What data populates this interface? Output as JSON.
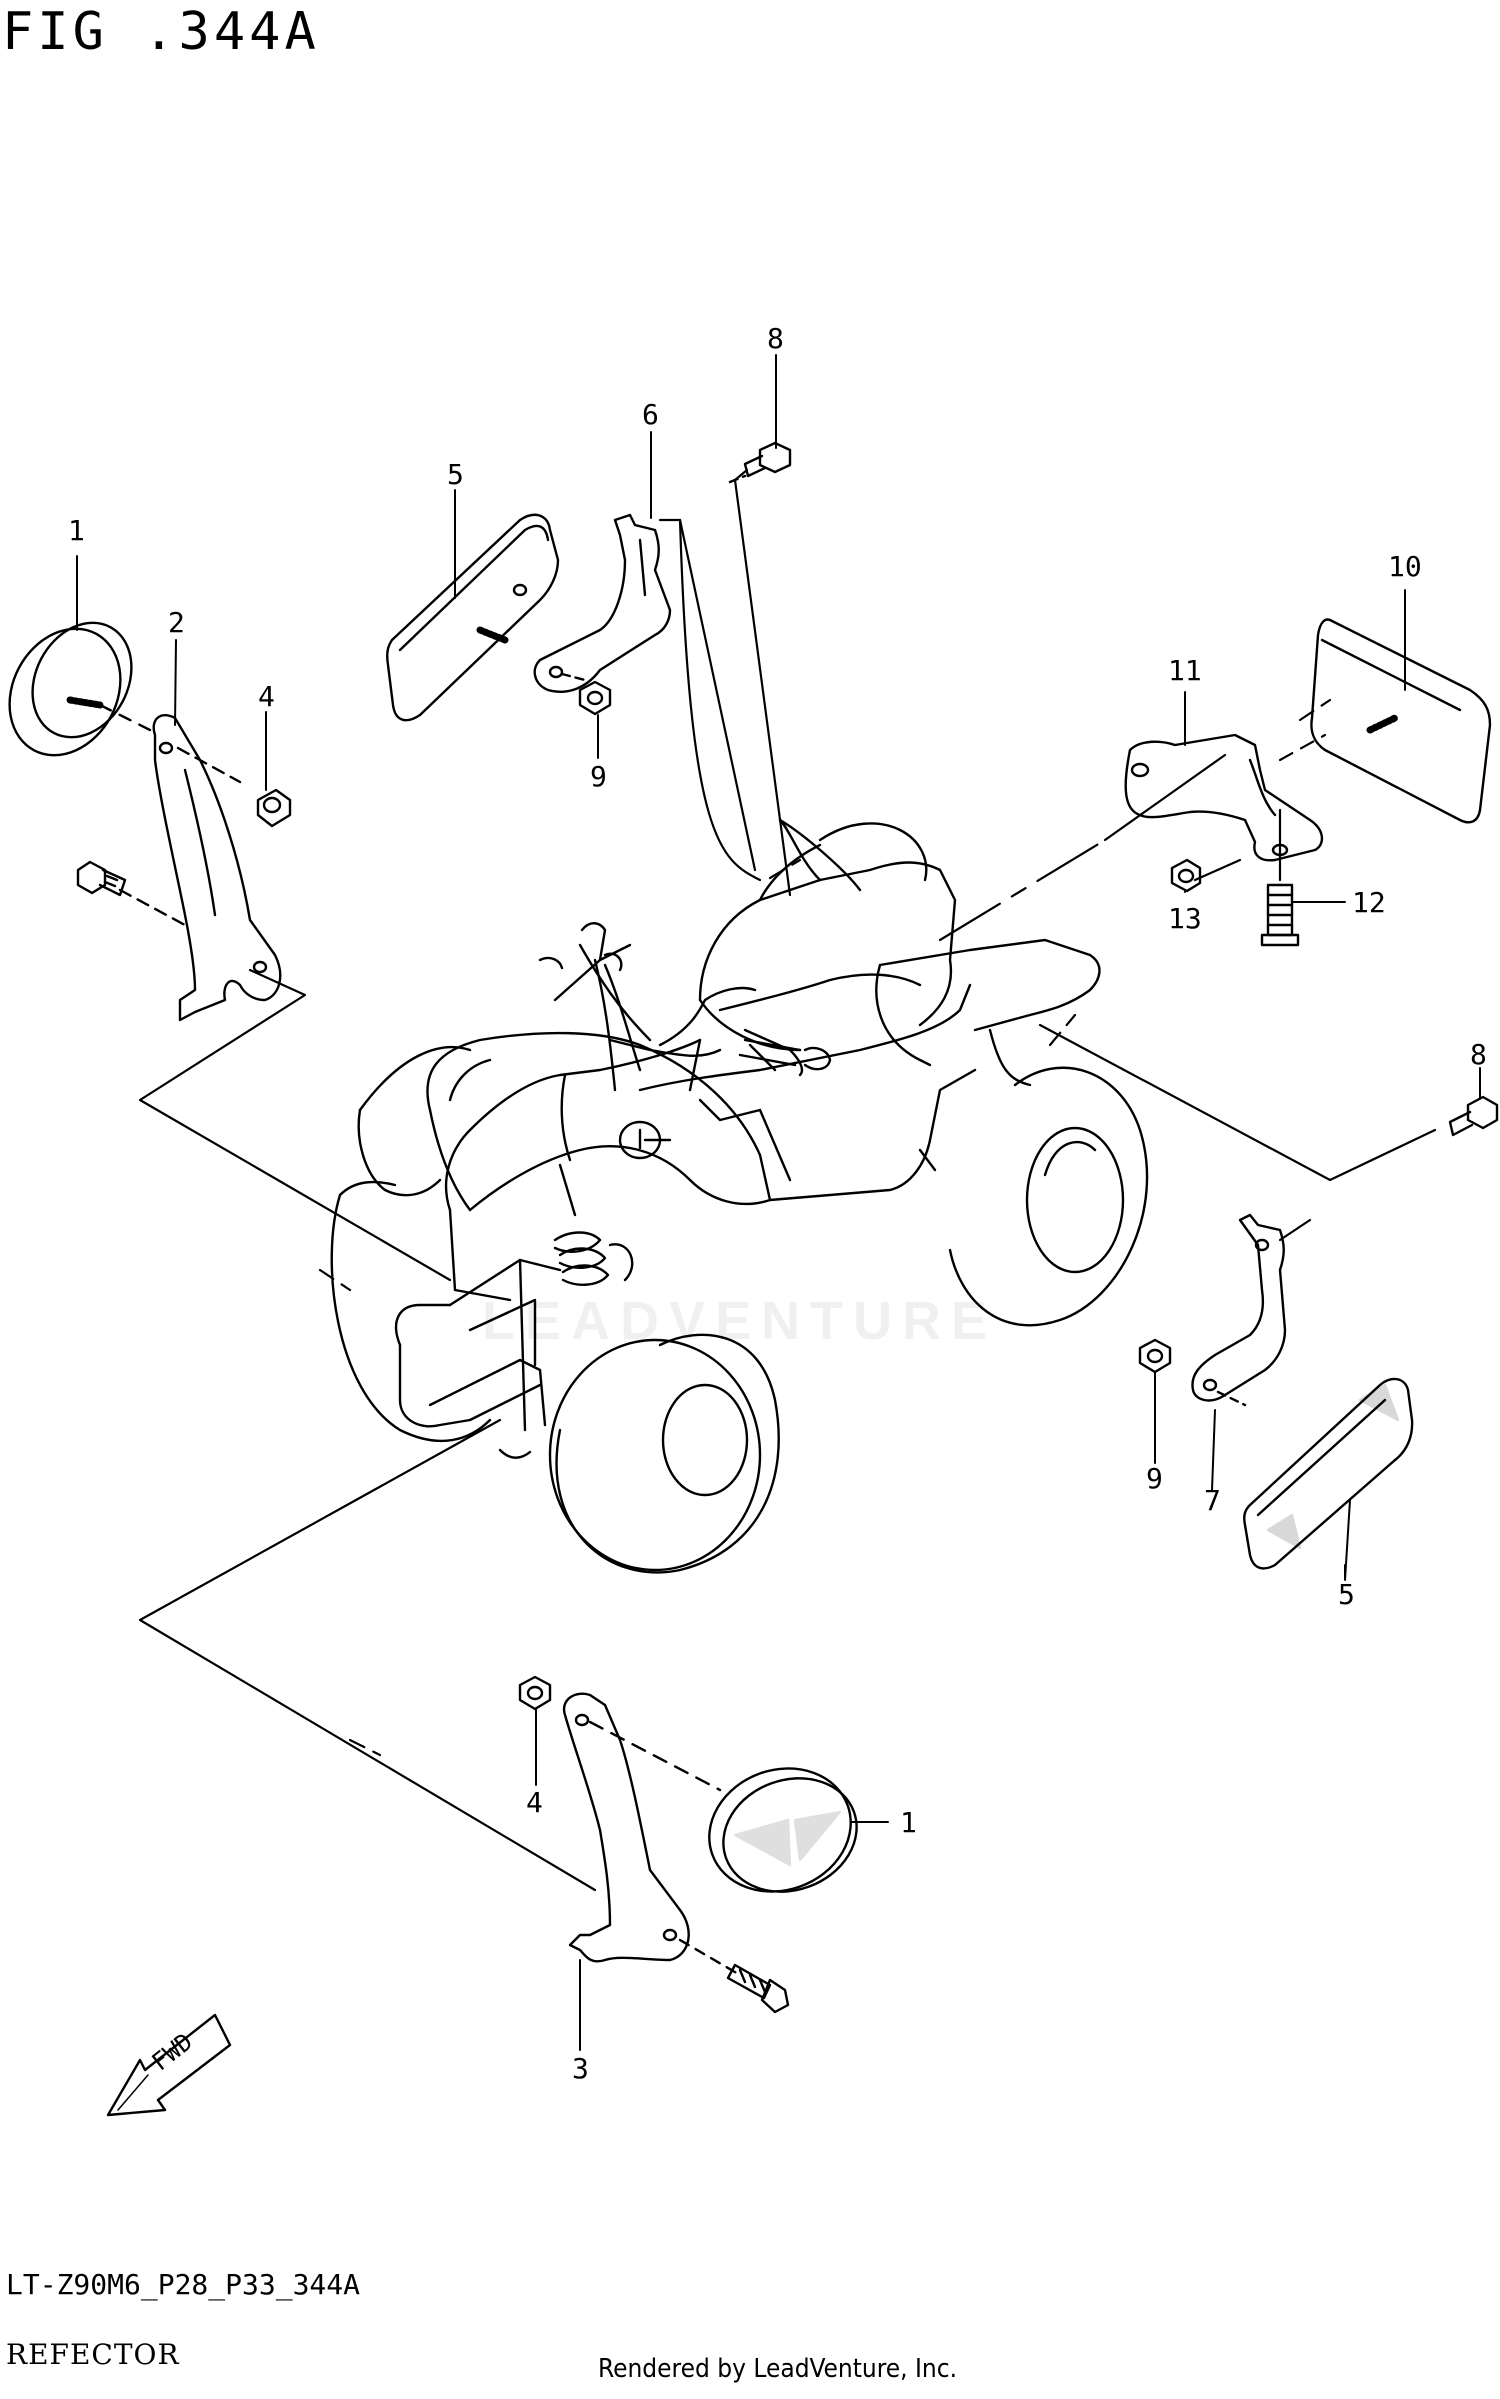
{
  "figure_title": "FIG .344A",
  "model_code": "LT-Z90M6_P28_P33_344A",
  "section_name": "REFECTOR",
  "credit": "Rendered by LeadVenture, Inc.",
  "watermark": "LEADVENTURE",
  "fwd_label": "FWD",
  "callouts": [
    "1",
    "2",
    "4",
    "5",
    "6",
    "8",
    "9",
    "10",
    "11",
    "13",
    "12",
    "8",
    "9",
    "7",
    "5",
    "4",
    "1",
    "3"
  ]
}
